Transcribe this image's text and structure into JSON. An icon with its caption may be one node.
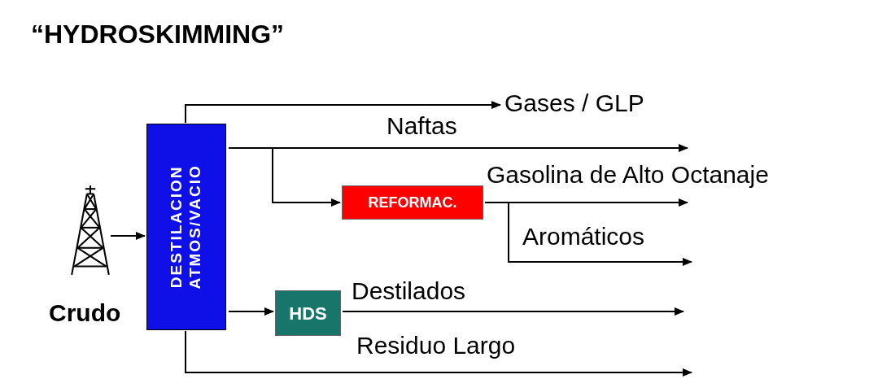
{
  "diagram": {
    "title": "“HYDROSKIMMING”",
    "nodes": [
      {
        "text": [],
        "shape": "picture",
        "beside": [
          "Crudo"
        ]
      },
      {
        "text": [
          "DESTILACION ATMOS/VACIO"
        ]
      },
      {
        "text": [
          "Gases / GLP"
        ]
      },
      {
        "text": [
          "REFORMAC."
        ]
      },
      {
        "text": [
          "HDS"
        ]
      }
    ],
    "edges": [
      {
        "from": 0,
        "to": 1,
        "arrow": "to"
      },
      {
        "from": 1,
        "to": 2,
        "arrow": "to"
      },
      {
        "from": 1,
        "to": null,
        "arrow": "to",
        "label": "Naftas"
      },
      {
        "from": 1,
        "to": 3,
        "arrow": "to"
      },
      {
        "from": 3,
        "to": null,
        "arrow": "to",
        "label": "Gasolina de Alto Octanaje"
      },
      {
        "from": 3,
        "to": null,
        "arrow": "to",
        "label": "Aromáticos"
      },
      {
        "from": 1,
        "to": 4,
        "arrow": "to"
      },
      {
        "from": 4,
        "to": null,
        "arrow": "to",
        "label": "Destilados"
      },
      {
        "from": 1,
        "to": null,
        "arrow": "to",
        "label": "Residuo Largo"
      }
    ]
  }
}
